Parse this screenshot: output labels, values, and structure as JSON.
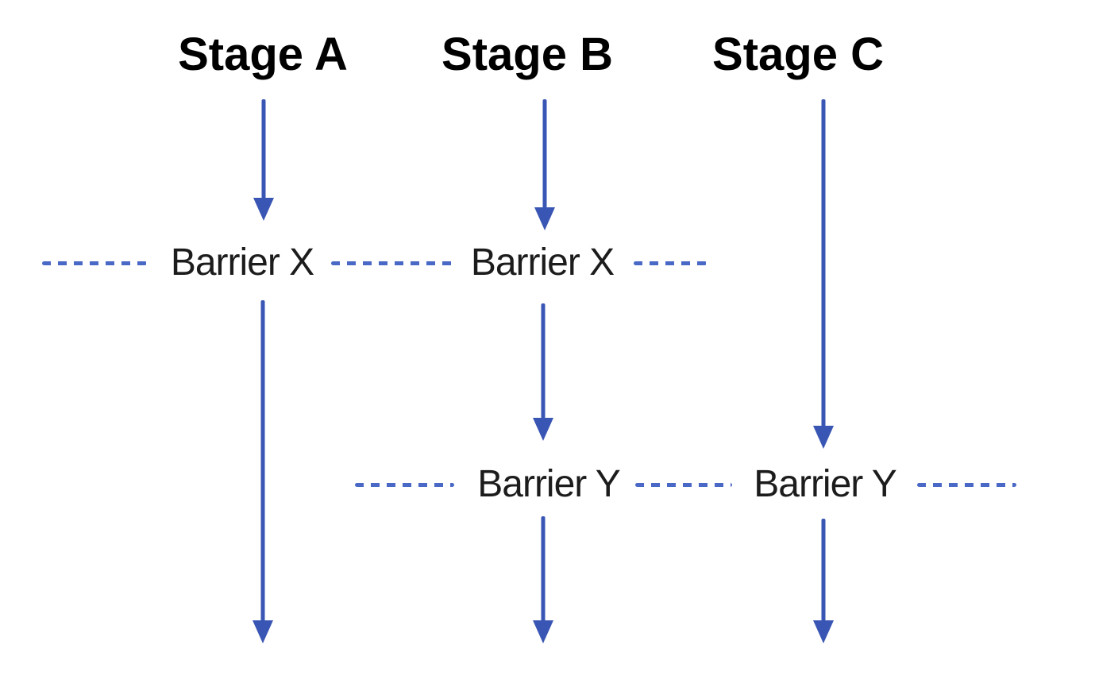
{
  "diagram": {
    "columns": [
      {
        "label": "Stage A"
      },
      {
        "label": "Stage B"
      },
      {
        "label": "Stage C"
      }
    ],
    "barriers": [
      {
        "label": "Barrier X"
      },
      {
        "label": "Barrier Y"
      }
    ],
    "colors": {
      "arrow": "#3A56B4",
      "dash": "#4A69C6",
      "stage_text": "#000000",
      "barrier_text": "#1C1C1C",
      "background": "#FFFFFF"
    }
  }
}
